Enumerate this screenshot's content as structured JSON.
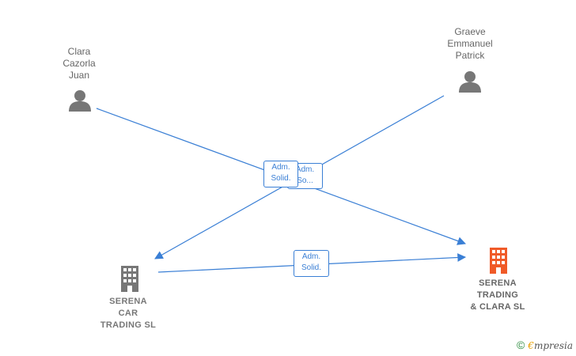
{
  "persons": [
    {
      "id": "clara",
      "name": "Clara\nCazorla\nJuan"
    },
    {
      "id": "graeve",
      "name": "Graeve\nEmmanuel\nPatrick"
    }
  ],
  "companies": [
    {
      "id": "serena-car",
      "name": "SERENA\nCAR\nTRADING  SL",
      "color": "#777777"
    },
    {
      "id": "serena-clara",
      "name": "SERENA\nTRADING\n& CLARA  SL",
      "color": "#f05a28"
    }
  ],
  "edge_labels": [
    {
      "id": "graeve-to-car",
      "text": "Adm.\nSo..."
    },
    {
      "id": "clara-to-clara",
      "text": "Adm.\nSolid."
    },
    {
      "id": "car-to-clara",
      "text": "Adm.\nSolid."
    }
  ],
  "colors": {
    "edge": "#3a7fd5",
    "person_icon": "#777777"
  },
  "watermark": {
    "symbol": "©",
    "brand_first": "€",
    "brand_rest": "mpresia"
  }
}
